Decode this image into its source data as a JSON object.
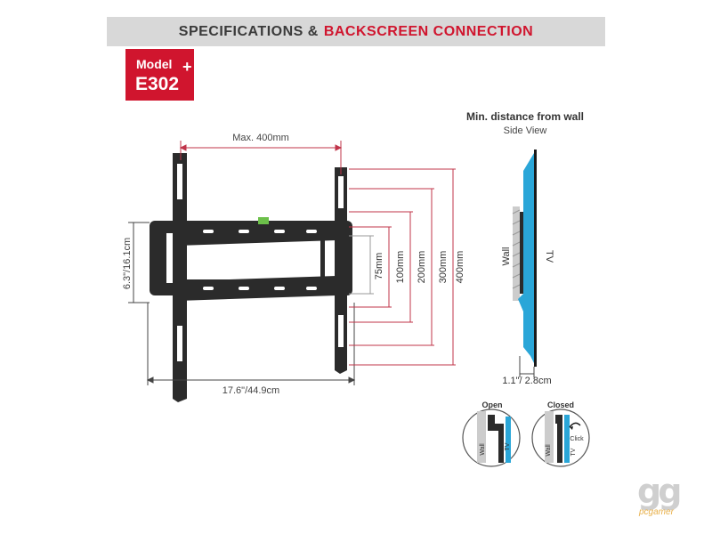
{
  "header": {
    "title_part1": "SPECIFICATIONS &",
    "title_part2": "BACKSCREEN CONNECTION"
  },
  "model": {
    "label": "Model",
    "code": "E302",
    "plus": "+"
  },
  "bracket": {
    "max_width_label": "Max. 400mm",
    "height_label": "6.3\"/16.1cm",
    "width_label": "17.6\"/44.9cm",
    "vesa_heights": [
      "75mm",
      "100mm",
      "200mm",
      "300mm",
      "400mm"
    ]
  },
  "side_view": {
    "title": "Min. distance from wall",
    "subtitle": "Side View",
    "wall_label": "Wall",
    "tv_label": "TV",
    "distance_label": "1.1\"/ 2.8cm"
  },
  "detail": {
    "open_label": "Open",
    "closed_label": "Closed",
    "wall_label": "Wall",
    "tv_label": "TV",
    "click_label": "Click"
  },
  "watermark": {
    "mark": "gg",
    "brand": "pcgamer"
  },
  "colors": {
    "accent_red": "#d0152e",
    "tv_blue": "#2aa6d8",
    "banner_gray": "#d8d8d8",
    "bracket_black": "#2b2b2b"
  }
}
